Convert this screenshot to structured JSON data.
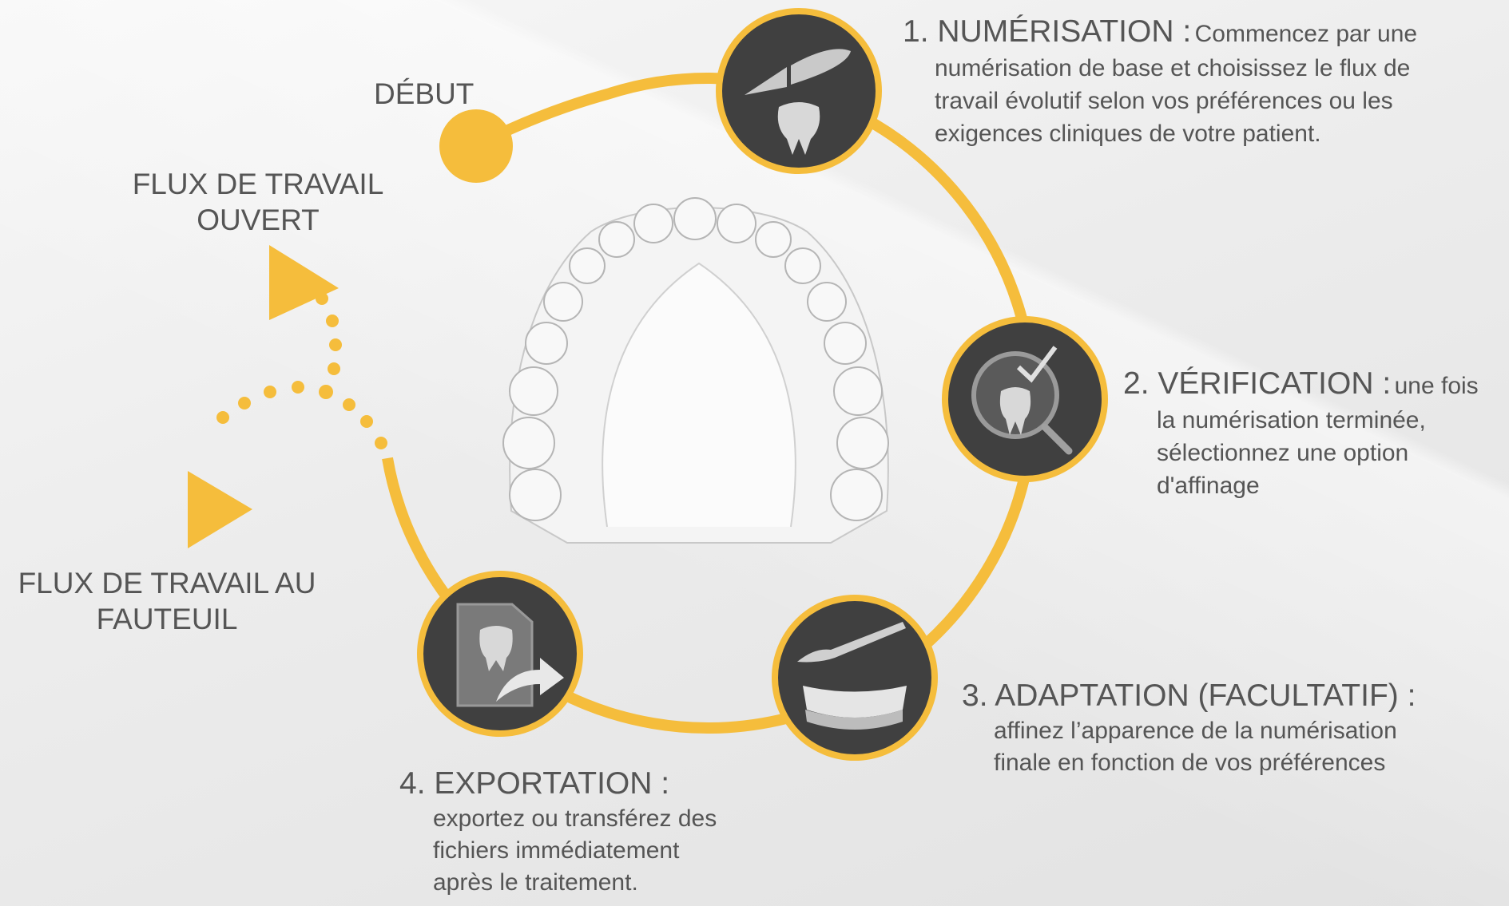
{
  "colors": {
    "accent": "#f5bd3c",
    "icon_bg": "#404040",
    "text": "#555555"
  },
  "labels": {
    "start": "DÉBUT",
    "open_workflow": [
      "FLUX DE TRAVAIL",
      "OUVERT"
    ],
    "chairside_workflow": [
      "FLUX DE TRAVAIL AU",
      "FAUTEUIL"
    ]
  },
  "steps": [
    {
      "icon": "scanner-tooth-icon",
      "title": "1. NUMÉRISATION :",
      "lead": "Commencez par une",
      "lines": [
        "numérisation de base et choisissez le flux de",
        "travail évolutif selon vos préférences ou les",
        "exigences cliniques de votre patient."
      ]
    },
    {
      "icon": "magnifier-check-tooth-icon",
      "title": "2. VÉRIFICATION :",
      "lead": "une fois",
      "lines": [
        "la numérisation terminée,",
        "sélectionnez une option",
        "d'affinage"
      ]
    },
    {
      "icon": "scalpel-model-icon",
      "title": "3. ADAPTATION (FACULTATIF) :",
      "lead": "",
      "lines": [
        "affinez l’apparence de la numérisation",
        "finale en fonction de vos préférences"
      ]
    },
    {
      "icon": "file-export-icon",
      "title": "4. EXPORTATION :",
      "lead": "",
      "lines": [
        "exportez ou transférez des",
        "fichiers immédiatement",
        "après le traitement."
      ]
    }
  ]
}
